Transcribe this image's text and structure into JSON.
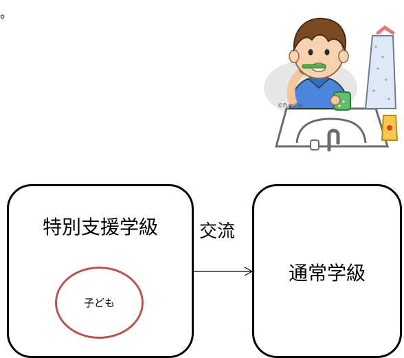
{
  "header": {
    "dot": "。"
  },
  "illustration": {
    "subject": "child brushing teeth at sink",
    "credit": "©Fumira",
    "icon": "brushing-teeth-illustration"
  },
  "diagram": {
    "left_box_label": "特別支援学級",
    "child_label": "子ども",
    "exchange_label": "交流",
    "right_box_label": "通常学級",
    "child_circle_color": "#b85352",
    "arrow": "left-box to right-box"
  }
}
